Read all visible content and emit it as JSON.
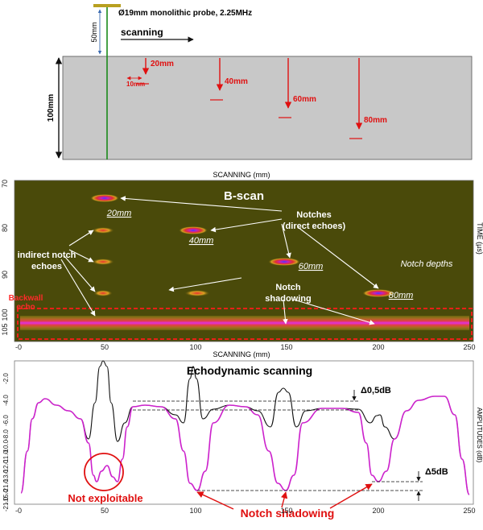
{
  "schematic": {
    "probe_label": "Ø19mm monolithic  probe, 2.25MHz",
    "probe_height": "50mm",
    "scan_direction": "scanning",
    "block_height": "100mm",
    "notches": [
      {
        "depth": 20,
        "label": "20mm"
      },
      {
        "depth": 40,
        "label": "40mm"
      },
      {
        "depth": 60,
        "label": "60mm"
      },
      {
        "depth": 80,
        "label": "80mm"
      }
    ],
    "notch_width_label": "10mm"
  },
  "bscan": {
    "title": "B-scan",
    "xlabel_top": "SCANNING (mm)",
    "xlabel_bottom": "SCANNING (mm)",
    "ylabel": "TIME (µs)",
    "y_ticks": [
      "70",
      "80",
      "90",
      "100",
      "105"
    ],
    "x_ticks": [
      "-0",
      "50",
      "100",
      "150",
      "200",
      "250"
    ],
    "direct_labels": [
      "20mm",
      "40mm",
      "60mm",
      "80mm"
    ],
    "notch_depths": "Notch depths",
    "notches_direct": "Notches\n(direct echoes)",
    "indirect": "indirect notch\nechoes",
    "shadowing": "Notch\nshadowing",
    "backwall": "Backwall\necho"
  },
  "echo": {
    "title": "Echodynamic scanning",
    "ylabel": "AMPLITUDES (dB)",
    "y_ticks": [
      "-2.0",
      "-4.0",
      "-6.0",
      "-8.0",
      "-10.0",
      "-11.0",
      "-12.0",
      "-13.0",
      "-21.0",
      "-15.0",
      "-21.0"
    ],
    "x_ticks": [
      "-0",
      "50",
      "100",
      "150",
      "200",
      "250"
    ],
    "delta_small": "Δ0,5dB",
    "delta_large": "Δ5dB",
    "not_exploitable": "Not exploitable",
    "notch_shadowing": "Notch shadowing"
  },
  "colors": {
    "notch_arrow": "#e01010",
    "probe_axis": "#1a8a1a",
    "bscan_bg": "#4a4a0a",
    "backwall_box": "#ff1a1a",
    "trace_black": "#111111",
    "trace_magenta": "#cc22cc",
    "block_fill": "#c8c8c8"
  }
}
